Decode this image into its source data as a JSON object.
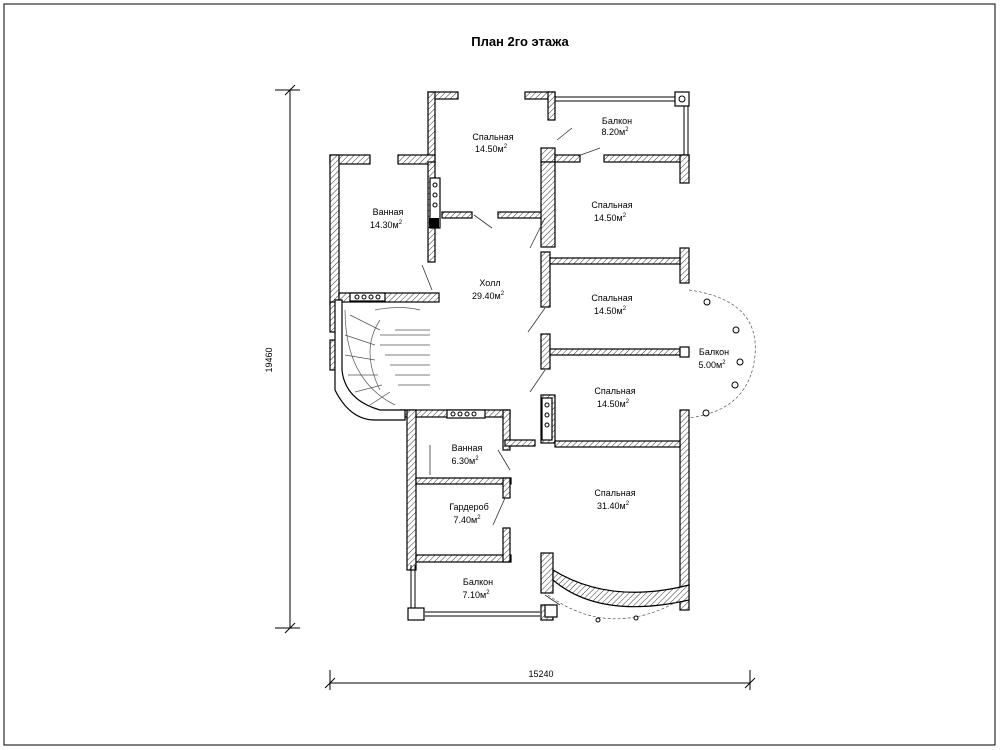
{
  "title": "План 2го этажа",
  "dimensions": {
    "width": "15240",
    "height": "19460"
  },
  "rooms": [
    {
      "name": "Спальная",
      "area": "14.50м",
      "sup": "2"
    },
    {
      "name": "Балкон",
      "area": "8.20м",
      "sup": "2"
    },
    {
      "name": "Ванная",
      "area": "14.30м",
      "sup": "2"
    },
    {
      "name": "Спальная",
      "area": "14.50м",
      "sup": "2"
    },
    {
      "name": "Холл",
      "area": "29.40м",
      "sup": "2"
    },
    {
      "name": "Спальная",
      "area": "14.50м",
      "sup": "2"
    },
    {
      "name": "Балкон",
      "area": "5.00м",
      "sup": "2"
    },
    {
      "name": "Спальная",
      "area": "14.50м",
      "sup": "2"
    },
    {
      "name": "Ванная",
      "area": "6.30м",
      "sup": "2"
    },
    {
      "name": "Гардероб",
      "area": "7.40м",
      "sup": "2"
    },
    {
      "name": "Спальная",
      "area": "31.40м",
      "sup": "2"
    },
    {
      "name": "Балкон",
      "area": "7.10м",
      "sup": "2"
    }
  ]
}
